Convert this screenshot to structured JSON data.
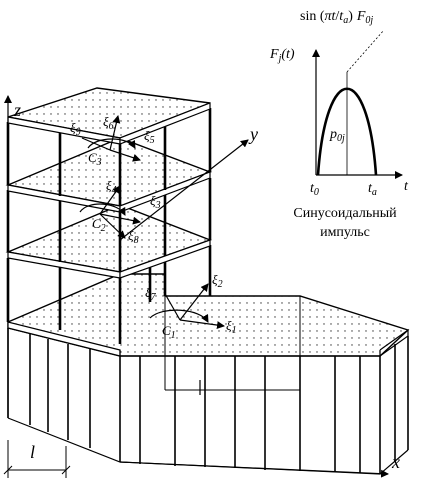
{
  "diagram": {
    "axis_z": "z",
    "axis_y": "y",
    "axis_x": "x",
    "dimension_label": "l",
    "floors": {
      "top": {
        "center": "C",
        "center_sub": "3",
        "xi": [
          "6",
          "9",
          "5"
        ]
      },
      "middle": {
        "center": "C",
        "center_sub": "2",
        "xi": [
          "4",
          "3",
          "8"
        ]
      },
      "bottom": {
        "center": "C",
        "center_sub": "1",
        "xi": [
          "7",
          "2",
          "1"
        ]
      }
    },
    "xi_symbol": "ξ"
  },
  "pulse": {
    "formula_prefix": "sin (",
    "formula_pi": "π",
    "formula_t": "t",
    "formula_slash": "/",
    "formula_ta_t": "t",
    "formula_ta_sub": "a",
    "formula_close": ")",
    "formula_F": "F",
    "formula_F_sub": "0j",
    "ylabel_F": "F",
    "ylabel_sub": "j",
    "ylabel_arg": "(t)",
    "peak_p": "p",
    "peak_sub": "0j",
    "t0_t": "t",
    "t0_sub": "0",
    "ta_t": "t",
    "ta_sub": "a",
    "t_axis": "t",
    "caption_line1": "Синусоидальный",
    "caption_line2": "импульс"
  }
}
